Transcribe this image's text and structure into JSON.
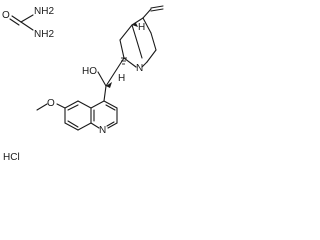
{
  "labels": {
    "urea_top_nh2": "NH2",
    "urea_oxygen": "O",
    "urea_bottom_nh2": "NH2",
    "hydroxyl": "HO",
    "hydroxyl_h": "H",
    "quinuclidine_n": "N",
    "bridgehead_h": "H",
    "methoxy_o": "O",
    "quinoline_n": "N",
    "salt": "HCl"
  }
}
